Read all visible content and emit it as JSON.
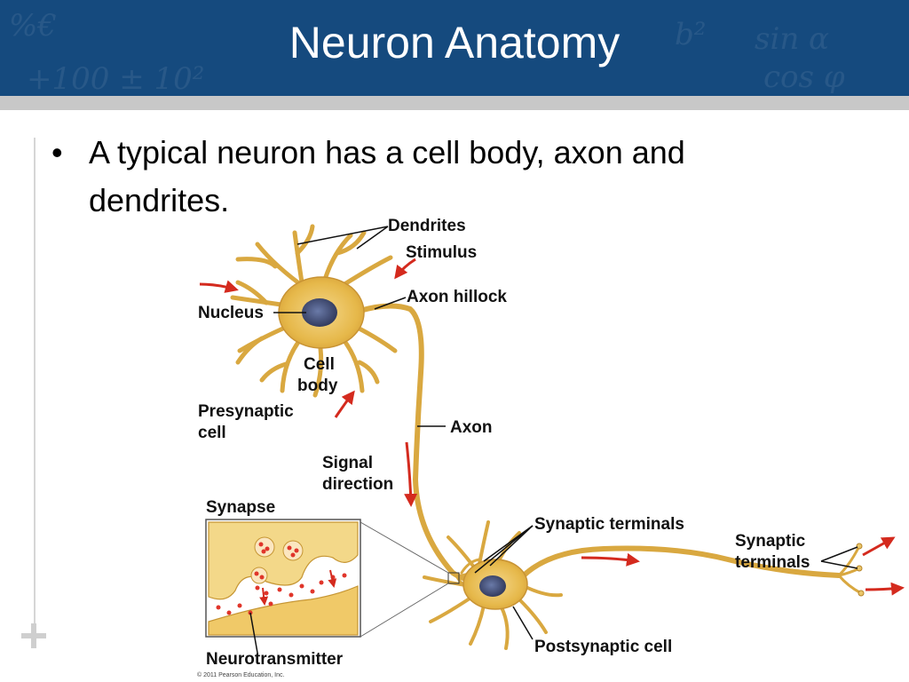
{
  "slide": {
    "title": "Neuron Anatomy",
    "bullet": "A typical neuron has a cell body, axon and dendrites."
  },
  "diagram": {
    "labels": {
      "dendrites": "Dendrites",
      "stimulus": "Stimulus",
      "axon_hillock": "Axon hillock",
      "nucleus": "Nucleus",
      "cell_body_1": "Cell",
      "cell_body_2": "body",
      "presynaptic_1": "Presynaptic",
      "presynaptic_2": "cell",
      "axon": "Axon",
      "signal_1": "Signal",
      "signal_2": "direction",
      "synapse": "Synapse",
      "synaptic_terminals": "Synaptic terminals",
      "synaptic_terminals_2a": "Synaptic",
      "synaptic_terminals_2b": "terminals",
      "postsynaptic_cell": "Postsynaptic cell",
      "neurotransmitter": "Neurotransmitter"
    },
    "copyright": "© 2011 Pearson Education, Inc."
  },
  "colors": {
    "header_bg": "#154a7e",
    "neuron_fill": "#e6b84a",
    "neuron_stroke": "#b8862a",
    "arrow_red": "#d42a1e"
  }
}
